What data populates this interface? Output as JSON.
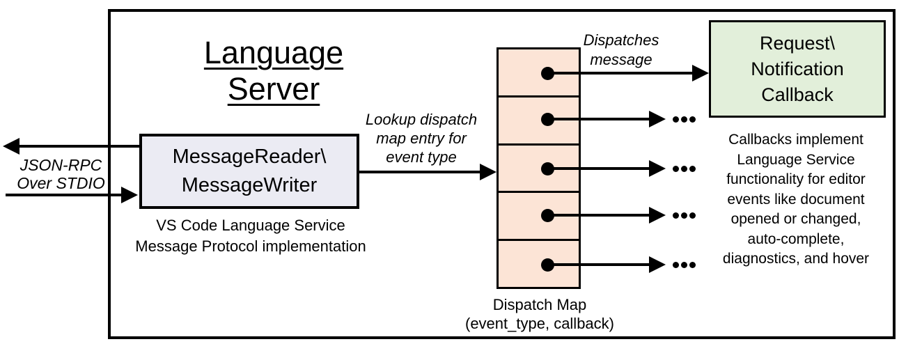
{
  "diagram": {
    "title": "Language Server",
    "stdio_label": "JSON-RPC\nOver STDIO",
    "reader_box": {
      "label": "MessageReader\\\nMessageWriter",
      "caption": "VS Code Language Service\nMessage Protocol implementation",
      "fill": "#ebebf3"
    },
    "lookup_label": "Lookup dispatch\nmap entry for\nevent type",
    "dispatch_map": {
      "caption": "Dispatch Map\n(event_type, callback)",
      "row_count": 5,
      "fill": "#fce4d6"
    },
    "dispatches_label": "Dispatches\nmessage",
    "callback_box": {
      "label": "Request\\\nNotification\nCallback",
      "fill": "#e2efda"
    },
    "callbacks_note": "Callbacks implement\nLanguage Service\nfunctionality for editor\nevents like document\nopened or changed,\nauto-complete,\ndiagnostics, and hover",
    "icons": {
      "ellipsis": "..."
    },
    "colors": {
      "line": "#000000",
      "background": "#ffffff"
    }
  }
}
